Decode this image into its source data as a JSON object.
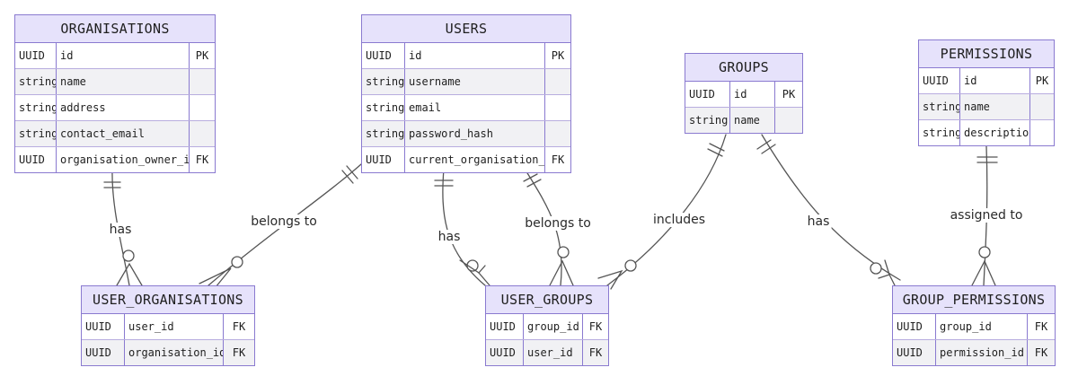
{
  "entities": {
    "organisations": {
      "title": "ORGANISATIONS",
      "rows": [
        {
          "type": "UUID",
          "name": "id",
          "key": "PK"
        },
        {
          "type": "string",
          "name": "name",
          "key": ""
        },
        {
          "type": "string",
          "name": "address",
          "key": ""
        },
        {
          "type": "string",
          "name": "contact_email",
          "key": ""
        },
        {
          "type": "UUID",
          "name": "organisation_owner_id",
          "key": "FK"
        }
      ]
    },
    "users": {
      "title": "USERS",
      "rows": [
        {
          "type": "UUID",
          "name": "id",
          "key": "PK"
        },
        {
          "type": "string",
          "name": "username",
          "key": ""
        },
        {
          "type": "string",
          "name": "email",
          "key": ""
        },
        {
          "type": "string",
          "name": "password_hash",
          "key": ""
        },
        {
          "type": "UUID",
          "name": "current_organisation_ic",
          "key": "FK"
        }
      ]
    },
    "groups": {
      "title": "GROUPS",
      "rows": [
        {
          "type": "UUID",
          "name": "id",
          "key": "PK"
        },
        {
          "type": "string",
          "name": "name",
          "key": ""
        }
      ]
    },
    "permissions": {
      "title": "PERMISSIONS",
      "rows": [
        {
          "type": "UUID",
          "name": "id",
          "key": "PK"
        },
        {
          "type": "string",
          "name": "name",
          "key": ""
        },
        {
          "type": "string",
          "name": "description",
          "key": ""
        }
      ]
    },
    "user_organisations": {
      "title": "USER_ORGANISATIONS",
      "rows": [
        {
          "type": "UUID",
          "name": "user_id",
          "key": "FK"
        },
        {
          "type": "UUID",
          "name": "organisation_id",
          "key": "FK"
        }
      ]
    },
    "user_groups": {
      "title": "USER_GROUPS",
      "rows": [
        {
          "type": "UUID",
          "name": "group_id",
          "key": "FK"
        },
        {
          "type": "UUID",
          "name": "user_id",
          "key": "FK"
        }
      ]
    },
    "group_permissions": {
      "title": "GROUP_PERMISSIONS",
      "rows": [
        {
          "type": "UUID",
          "name": "group_id",
          "key": "FK"
        },
        {
          "type": "UUID",
          "name": "permission_id",
          "key": "FK"
        }
      ]
    }
  },
  "relationships": [
    {
      "id": "org-has",
      "label": "has"
    },
    {
      "id": "uo-belongs",
      "label": "belongs to"
    },
    {
      "id": "users-has",
      "label": "has"
    },
    {
      "id": "ug-belongs",
      "label": "belongs to"
    },
    {
      "id": "groups-includes",
      "label": "includes"
    },
    {
      "id": "groups-has",
      "label": "has"
    },
    {
      "id": "perm-assigned",
      "label": "assigned to"
    }
  ],
  "colors": {
    "stroke": "#8a7ad0",
    "header_fill": "#e6e2fb",
    "line": "#555555"
  }
}
